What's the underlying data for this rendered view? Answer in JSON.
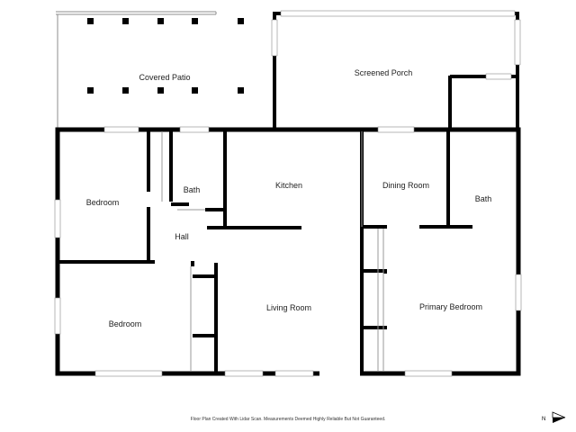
{
  "rooms": {
    "covered_patio": "Covered Patio",
    "screened_porch": "Screened Porch",
    "bedroom_1": "Bedroom",
    "bath_1": "Bath",
    "kitchen": "Kitchen",
    "dining_room": "Dining Room",
    "bath_2": "Bath",
    "hall": "Hall",
    "bedroom_2": "Bedroom",
    "living_room": "Living Room",
    "primary_bedroom": "Primary Bedroom"
  },
  "footer": "Floor Plan Created With Lidar Scan. Measurements Deemed Highly Reliable But Not Guaranteed.",
  "compass": {
    "letter": "N",
    "icon": "north-arrow-icon"
  },
  "colors": {
    "wall": "#000000",
    "thin_line": "#9a9a9a",
    "background": "#ffffff"
  }
}
